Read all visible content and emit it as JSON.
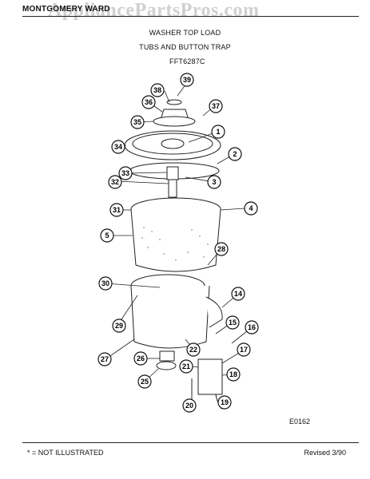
{
  "watermark": "AppliancePartsPros.com",
  "header": {
    "brand": "MONTGOMERY WARD",
    "line1": "WASHER TOP LOAD",
    "line2": "TUBS AND BUTTON TRAP",
    "model": "FFT6287C"
  },
  "diagram_code": "E0162",
  "footer": {
    "note": "* = NOT ILLUSTRATED",
    "revised": "Revised 3/90"
  },
  "callouts": [
    "39",
    "38",
    "37",
    "36",
    "35",
    "1",
    "34",
    "2",
    "33",
    "32",
    "3",
    "31",
    "4",
    "5",
    "28",
    "30",
    "14",
    "15",
    "29",
    "16",
    "22",
    "17",
    "27",
    "26",
    "21",
    "18",
    "25",
    "19",
    "20"
  ]
}
